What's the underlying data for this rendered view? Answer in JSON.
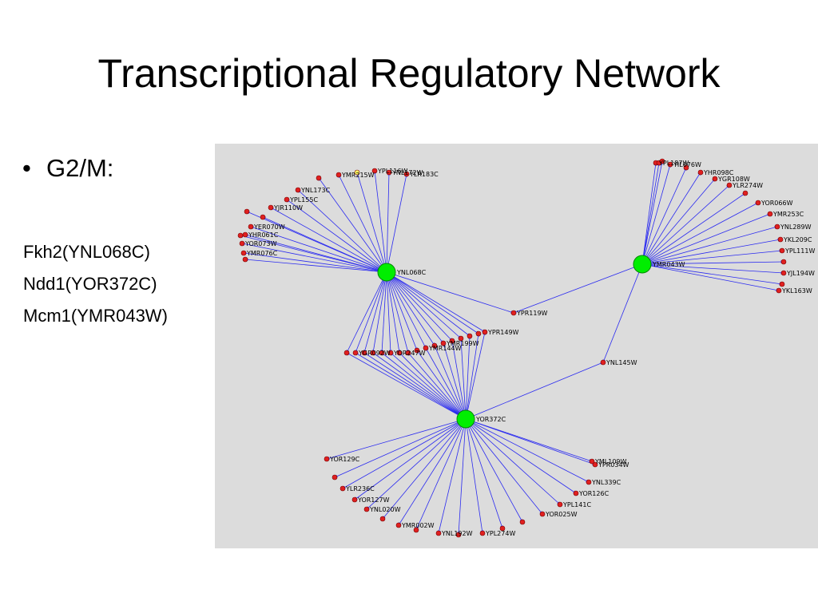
{
  "slide": {
    "title": "Transcriptional Regulatory Network",
    "bullet": "G2/M:",
    "regulators": [
      "Fkh2(YNL068C)",
      "Ndd1(YOR372C)",
      "Mcm1(YMR043W)"
    ]
  },
  "network": {
    "colors": {
      "background": "#dcdcdc",
      "edge": "#2a2af0",
      "hub": "#00ee00",
      "target": "#e02020",
      "highlight": "#ffff66"
    },
    "hubs": [
      {
        "id": "YNL068C",
        "label": "YNL068C"
      },
      {
        "id": "YMR043W",
        "label": "YMR043W"
      },
      {
        "id": "YOR372C",
        "label": "YOR372C"
      }
    ],
    "shared_targets": [
      {
        "label": "YPR119W",
        "regulated_by": [
          "YNL068C",
          "YMR043W"
        ]
      },
      {
        "label": "YNL145W",
        "regulated_by": [
          "YMR043W",
          "YOR372C"
        ]
      },
      {
        "label": "YPR149W",
        "regulated_by": [
          "YNL068C",
          "YOR372C"
        ]
      }
    ],
    "target_groups": [
      {
        "hub": "YNL068C",
        "labels": [
          "YLR183C",
          "YMR215W",
          "YPL116W",
          "YNL172W",
          "YNL173C",
          "YPL155C",
          "YJR110W",
          "YER070W",
          "YHR061C",
          "YOR073W",
          "YMR076C"
        ]
      },
      {
        "hub": "YNL068C+YOR372C",
        "labels": [
          "YGR092W",
          "YOR247W",
          "YMR144W",
          "YMR199W"
        ]
      },
      {
        "hub": "YMR043W",
        "labels": [
          "YPL187W",
          "YIL076W",
          "YHR098C",
          "YGR108W",
          "YLR274W",
          "YOR066W",
          "YMR253C",
          "YNL289W",
          "YKL209C",
          "YPL111W",
          "YJL194W",
          "YKL163W"
        ]
      },
      {
        "hub": "YOR372C",
        "labels": [
          "YOR129C",
          "YLR236C",
          "YOR127W",
          "YNL020W",
          "YMR002W",
          "YNL192W",
          "YPL274W",
          "YOR025W",
          "YPL141C",
          "YOR126C",
          "YNL339C",
          "YPR034W",
          "YML109W"
        ]
      }
    ]
  }
}
